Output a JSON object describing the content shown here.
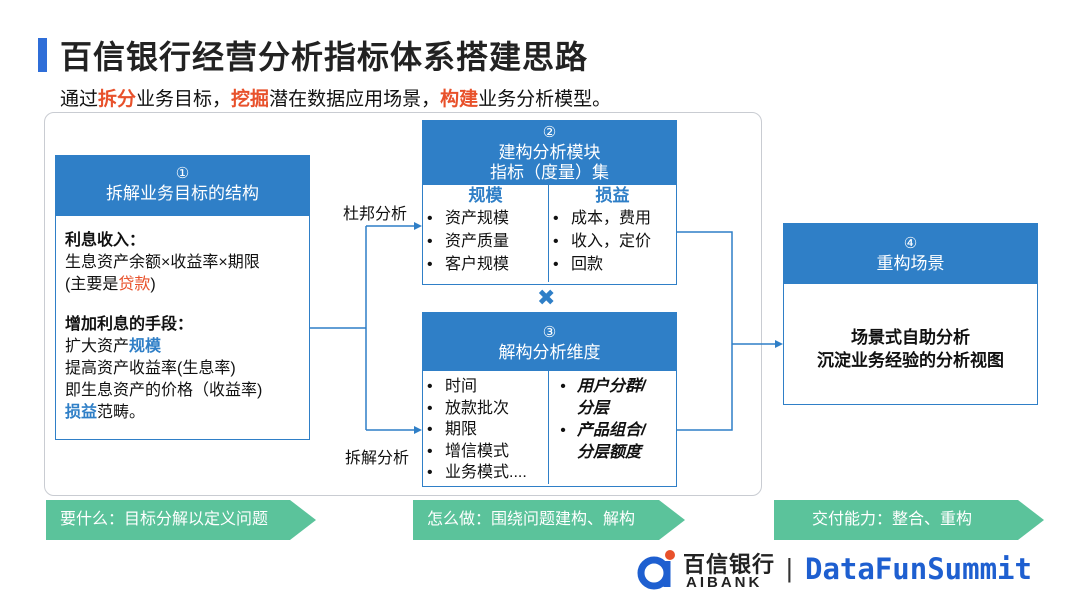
{
  "header": {
    "title": "百信银行经营分析指标体系搭建思路",
    "subtitle_parts": [
      "通过",
      "拆分",
      "业务目标，",
      "挖掘",
      "潜在数据应用场景，",
      "构建",
      "业务分析模型。"
    ]
  },
  "box1": {
    "num": "①",
    "title": "拆解业务目标的结构",
    "interest_heading": "利息收入：",
    "interest_formula": "生息资产余额×收益率×期限",
    "mainly_prefix": "(主要是",
    "mainly_hl": "贷款",
    "mainly_suffix": ")",
    "means_heading": "增加利息的手段：",
    "means_1_prefix": "扩大资产",
    "means_1_hl": "规模",
    "means_2": "提高资产收益率(生息率)",
    "means_3": "即生息资产的价格（收益率)",
    "means_4_hl": "损益",
    "means_4_suffix": "范畴。"
  },
  "box2": {
    "num": "②",
    "title_line1": "建构分析模块",
    "title_line2": "指标（度量）集",
    "col1_header": "规模",
    "col1_items": [
      "资产规模",
      "资产质量",
      "客户规模"
    ],
    "col2_header": "损益",
    "col2_items": [
      "成本，费用",
      "收入，定价",
      "回款"
    ]
  },
  "box3": {
    "num": "③",
    "title": "解构分析维度",
    "col1_items": [
      "时间",
      "放款批次",
      "期限",
      "增信模式",
      "业务模式...."
    ],
    "col2_items": [
      [
        "用户分群/",
        "分层"
      ],
      [
        "产品组合/",
        "分层额度"
      ]
    ]
  },
  "box4": {
    "num": "④",
    "title": "重构场景",
    "body_line1": "场景式自助分析",
    "body_line2": "沉淀业务经验的分析视图"
  },
  "labels": {
    "dupont": "杜邦分析",
    "decompose": "拆解分析",
    "cross": "✖"
  },
  "footer_arrows": [
    "要什么：目标分解以定义问题",
    "怎么做：围绕问题建构、解构",
    "交付能力：整合、重构"
  ],
  "branding": {
    "bank_cn": "百信银行",
    "bank_en": "AIBANK",
    "separator": "|",
    "summit": "DataFunSummit"
  },
  "colors": {
    "accent_blue": "#2f7fc7",
    "title_bar": "#2f6ed8",
    "highlight_orange": "#e8512b",
    "arrow_green": "#5bc39b"
  }
}
